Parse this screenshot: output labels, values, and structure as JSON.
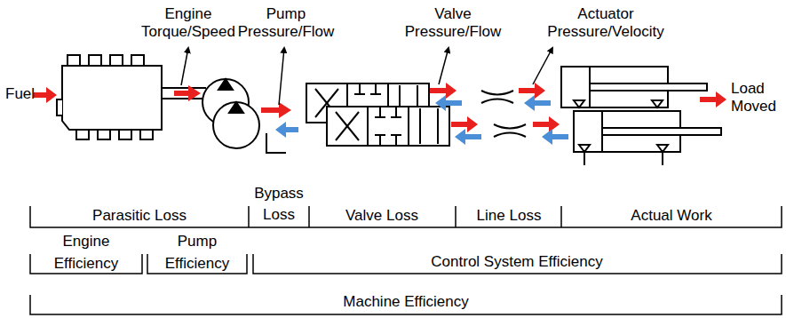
{
  "diagram": {
    "labels": [
      "Engine Torque/Speed",
      "Pump Pressure/Flow",
      "Valve Pressure/Flow",
      "Actuator Pressure/Velocity",
      "Fuel",
      "Load Moved",
      "Bypass Loss",
      "Parasitic Loss",
      "Valve Loss",
      "Line Loss",
      "Actual Work",
      "Engine Efficiency",
      "Pump Efficiency",
      "Control System Efficiency",
      "Machine Efficiency"
    ]
  }
}
